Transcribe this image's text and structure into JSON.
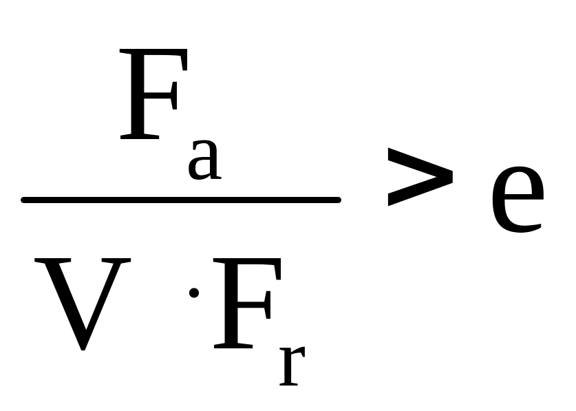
{
  "formula": {
    "numerator": {
      "symbol": "F",
      "subscript": "a"
    },
    "denominator": {
      "first": "V",
      "operator": "·",
      "symbol": "F",
      "subscript": "r"
    },
    "relation": ">",
    "rhs": "e"
  }
}
